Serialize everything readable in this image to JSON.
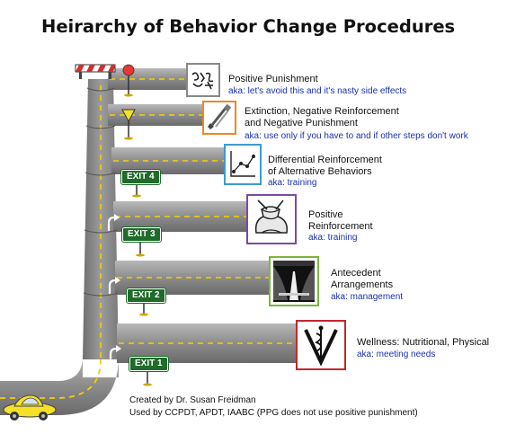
{
  "title": "Heirarchy of Behavior Change Procedures",
  "steps": [
    {
      "label_lines": [
        "Positive Punishment"
      ],
      "aka": "aka: let's avoid this and it's nasty side effects",
      "border_color": "#888888",
      "icon": "scribble-icon"
    },
    {
      "label_lines": [
        "Extinction, Negative Reinforcement",
        "and Negative Punishment"
      ],
      "aka": "aka: use only if you have to and if other steps don't work",
      "border_color": "#e8892a",
      "icon": "tools-icon"
    },
    {
      "label_lines": [
        "Differential Reinforcement",
        "of Alternative Behaviors"
      ],
      "aka": "aka: training",
      "border_color": "#3a9bd1",
      "icon": "line-graph-icon"
    },
    {
      "label_lines": [
        "Positive",
        "Reinforcement"
      ],
      "aka": "aka: training",
      "border_color": "#7a4aa0",
      "icon": "bag-icon"
    },
    {
      "label_lines": [
        "Antecedent",
        "Arrangements"
      ],
      "aka": "aka: management",
      "border_color": "#7ab83a",
      "icon": "stage-icon"
    },
    {
      "label_lines": [
        "Wellness: Nutritional, Physical"
      ],
      "aka": "aka: meeting needs",
      "border_color": "#c0282d",
      "icon": "caduceus-icon"
    }
  ],
  "exits": [
    "EXIT 4",
    "EXIT 3",
    "EXIT 2",
    "EXIT 1"
  ],
  "credits": [
    "Created by Dr. Susan Freidman",
    "Used by CCPDT, APDT, IAABC (PPG does not use positive punishment)"
  ],
  "colors": {
    "road": "#8a8a8a",
    "road_dark": "#6e6e6e",
    "lane": "#f5d000",
    "exit_sign": "#1f6b2a",
    "car": "#f5e12a"
  }
}
